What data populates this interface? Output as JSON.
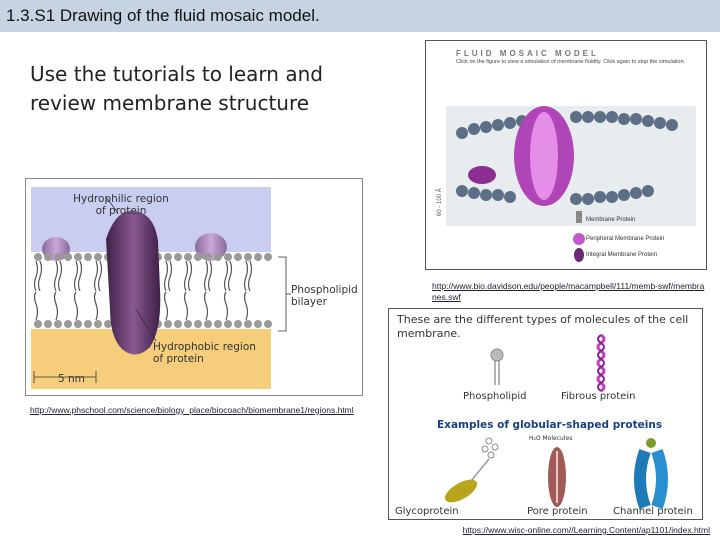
{
  "slide": {
    "title": "1.3.S1 Drawing of the fluid mosaic model.",
    "intro": "Use the tutorials to learn and review membrane structure"
  },
  "left_figure": {
    "label_hydrophilic": "Hydrophilic region of protein",
    "label_bilayer": "Phospholipid bilayer",
    "label_hydrophobic": "Hydrophobic region of protein",
    "label_scale": "5 nm",
    "url": "http://www.phschool.com/science/biology_place/biocoach/biomembrane1/regions.html"
  },
  "top_right_figure": {
    "title": "FLUID MOSAIC MODEL",
    "instructions": "Click on the figure to view a simulation of membrane fluidity. Click again to stop the simulation.",
    "scale": "60 - 100 Å",
    "legend": [
      "Membrane Protein",
      "Peripheral Membrane Protein",
      "Integral Membrane Protein"
    ],
    "url": "http://www.bio.davidson.edu/people/macampbell/111/memb-swf/membranes.swf"
  },
  "bottom_right_figure": {
    "heading": "These are the different types of molecules of the cell membrane.",
    "phospholipid": "Phospholipid",
    "fibrous": "Fibrous protein",
    "subheading": "Examples of globular-shaped proteins",
    "h2o": "H₂O Molecules",
    "glycoprotein": "Glycoprotein",
    "pore": "Pore protein",
    "channel": "Channel protein",
    "url": "https://www.wisc-online.com//Learning.Content/ap1101/index.html"
  },
  "colors": {
    "title_bar": "#c5d3e3",
    "membrane_top": "#c9cdf0",
    "membrane_bottom": "#f6cd7a",
    "protein_purple": "#6a3b72",
    "subheading_blue": "#1b3f86"
  }
}
